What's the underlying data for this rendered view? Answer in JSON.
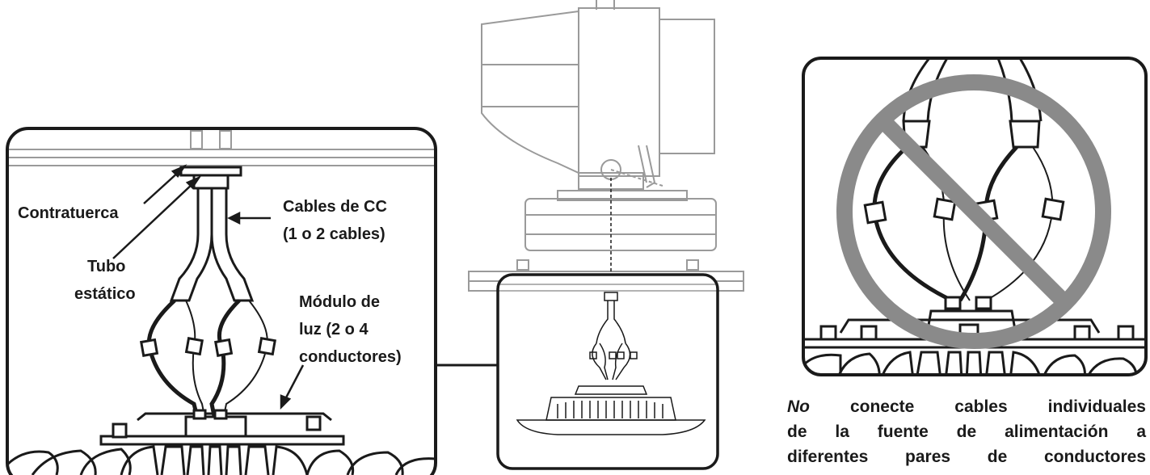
{
  "labels": {
    "locknut": "Contratuerca",
    "dc_cables_line1": "Cables de CC",
    "dc_cables_line2": "(1 o 2 cables)",
    "static_tube_line1": "Tubo",
    "static_tube_line2": "estático",
    "light_module_line1": "Módulo de",
    "light_module_line2": "luz (2 o 4",
    "light_module_line3": "conductores)"
  },
  "warning": {
    "emphasis": "No",
    "line1_rest": " conecte cables individuales",
    "line2": "de la fuente de alimentación a",
    "line3": "diferentes pares de conductores"
  },
  "colors": {
    "line": "#1a1a1a",
    "prohibition": "#8a8a8a",
    "fixture_ghost": "#9a9a9a"
  }
}
